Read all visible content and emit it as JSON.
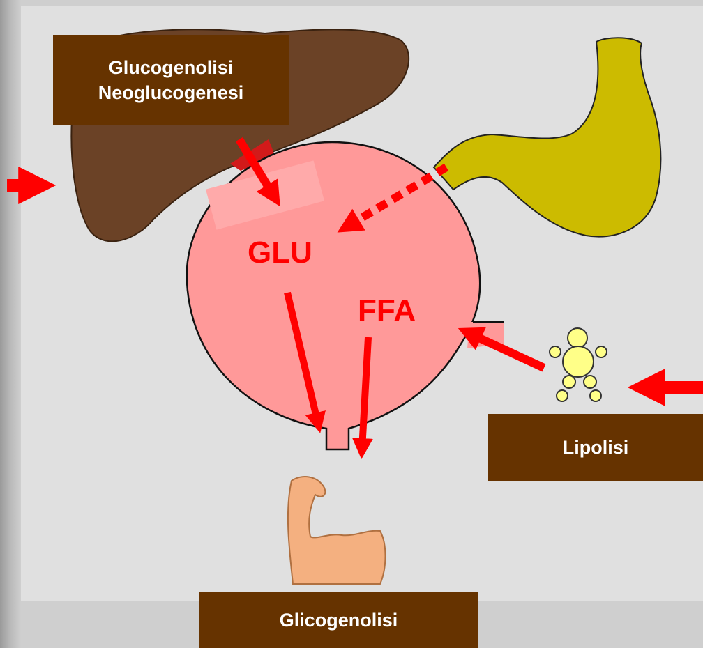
{
  "labels": {
    "liver_line1": "Glucogenolisi",
    "liver_line2": "Neoglucogenesi",
    "lipolisi": "Lipolisi",
    "glicogenolisi": "Glicogenolisi",
    "glu": "GLU",
    "ffa": "FFA"
  },
  "colors": {
    "panel": "#e0e0e0",
    "label_box": "#663300",
    "blood_pool": "#ff9999",
    "arrow": "#ff0000",
    "liver": "#6b4226",
    "stomach": "#ccbb00",
    "adipocyte": "#ffff88",
    "muscle": "#f4b080"
  },
  "icons": [
    "liver-icon",
    "stomach-icon",
    "adipose-figure-icon",
    "muscle-arm-icon"
  ]
}
